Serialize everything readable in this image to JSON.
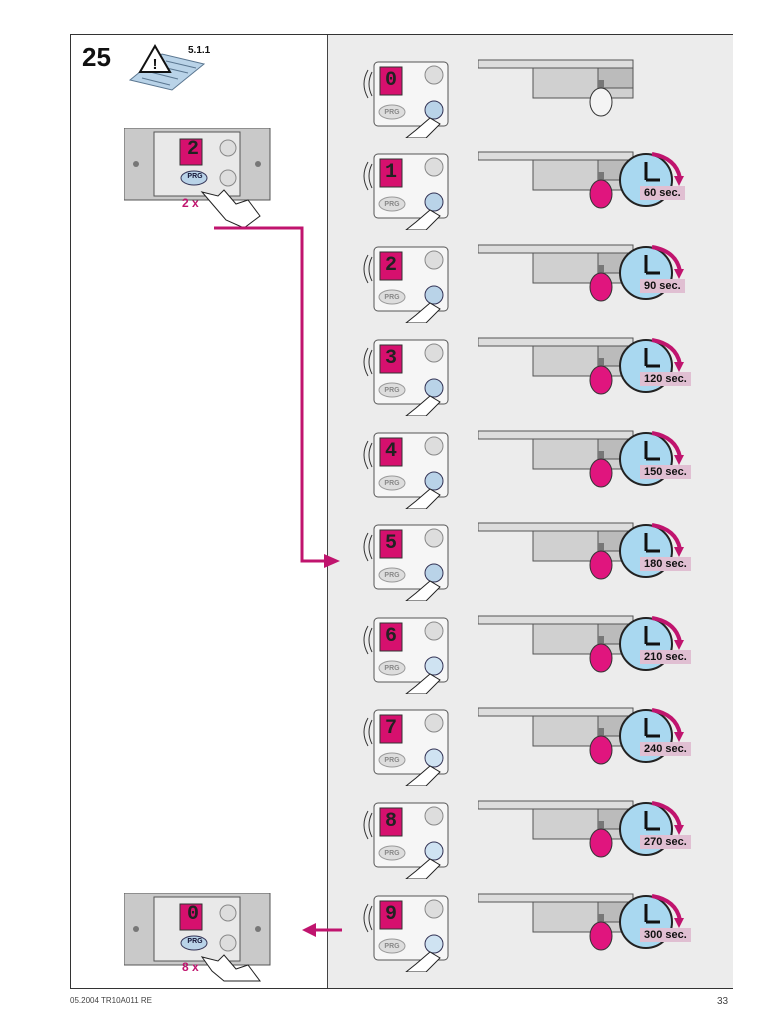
{
  "step_number": "25",
  "reference": "5.1.1",
  "initial_panel": {
    "display": "2",
    "prg_label": "PRG",
    "count_label": "2 x"
  },
  "final_panel": {
    "display": "0",
    "prg_label": "PRG",
    "count_label": "8 x"
  },
  "rows": [
    {
      "display": "0",
      "prg_label": "PRG",
      "light_on": false,
      "time_label": ""
    },
    {
      "display": "1",
      "prg_label": "PRG",
      "light_on": true,
      "time_label": "60 sec."
    },
    {
      "display": "2",
      "prg_label": "PRG",
      "light_on": true,
      "time_label": "90 sec."
    },
    {
      "display": "3",
      "prg_label": "PRG",
      "light_on": true,
      "time_label": "120 sec."
    },
    {
      "display": "4",
      "prg_label": "PRG",
      "light_on": true,
      "time_label": "150 sec."
    },
    {
      "display": "5",
      "prg_label": "PRG",
      "light_on": true,
      "time_label": "180 sec."
    },
    {
      "display": "6",
      "prg_label": "PRG",
      "light_on": true,
      "time_label": "210 sec."
    },
    {
      "display": "7",
      "prg_label": "PRG",
      "light_on": true,
      "time_label": "240 sec."
    },
    {
      "display": "8",
      "prg_label": "PRG",
      "light_on": true,
      "time_label": "270 sec."
    },
    {
      "display": "9",
      "prg_label": "PRG",
      "light_on": true,
      "time_label": "300 sec."
    }
  ],
  "footer": {
    "left": "05.2004  TR10A011  RE",
    "page": "33"
  },
  "colors": {
    "accent": "#c0146e",
    "display_bg": "#d6106e",
    "clock": "#a9d8f0",
    "panel": "#ececec"
  }
}
